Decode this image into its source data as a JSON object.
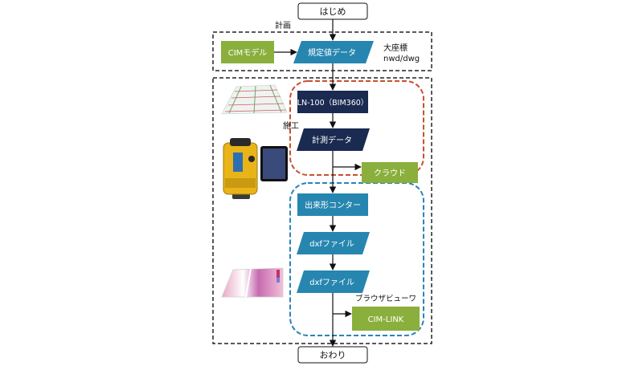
{
  "labels": {
    "start": "はじめ",
    "plan_section": "計画",
    "cim_model": "CIMモデル",
    "spec_data": "規定値データ",
    "coords_line1": "大座標",
    "coords_line2": "nwd/dwg",
    "construction_section": "施工",
    "ln100": "LN-100（BIM360）",
    "measure_data": "計測データ",
    "cloud": "クラウド",
    "contour": "出来形コンター",
    "dxf_file_1": "dxfファイル",
    "dxf_file_2": "dxfファイル",
    "browser_viewer": "ブラウザビューワ",
    "cim_link": "CIM-LINK",
    "end": "おわり"
  },
  "colors": {
    "green": "#8AAF3C",
    "teal": "#2786B0",
    "navy": "#1A2A50",
    "red_dash": "#C9502E",
    "blue_dash": "#2A84B8",
    "black_dash": "#222222",
    "tablet_device": "#3a4a7a",
    "total_station": "#E8B418"
  },
  "images": {
    "road_model": "road-model-image",
    "instrument": "total-station-image",
    "tablet": "tablet-image",
    "heatmap": "contour-heatmap-image"
  }
}
